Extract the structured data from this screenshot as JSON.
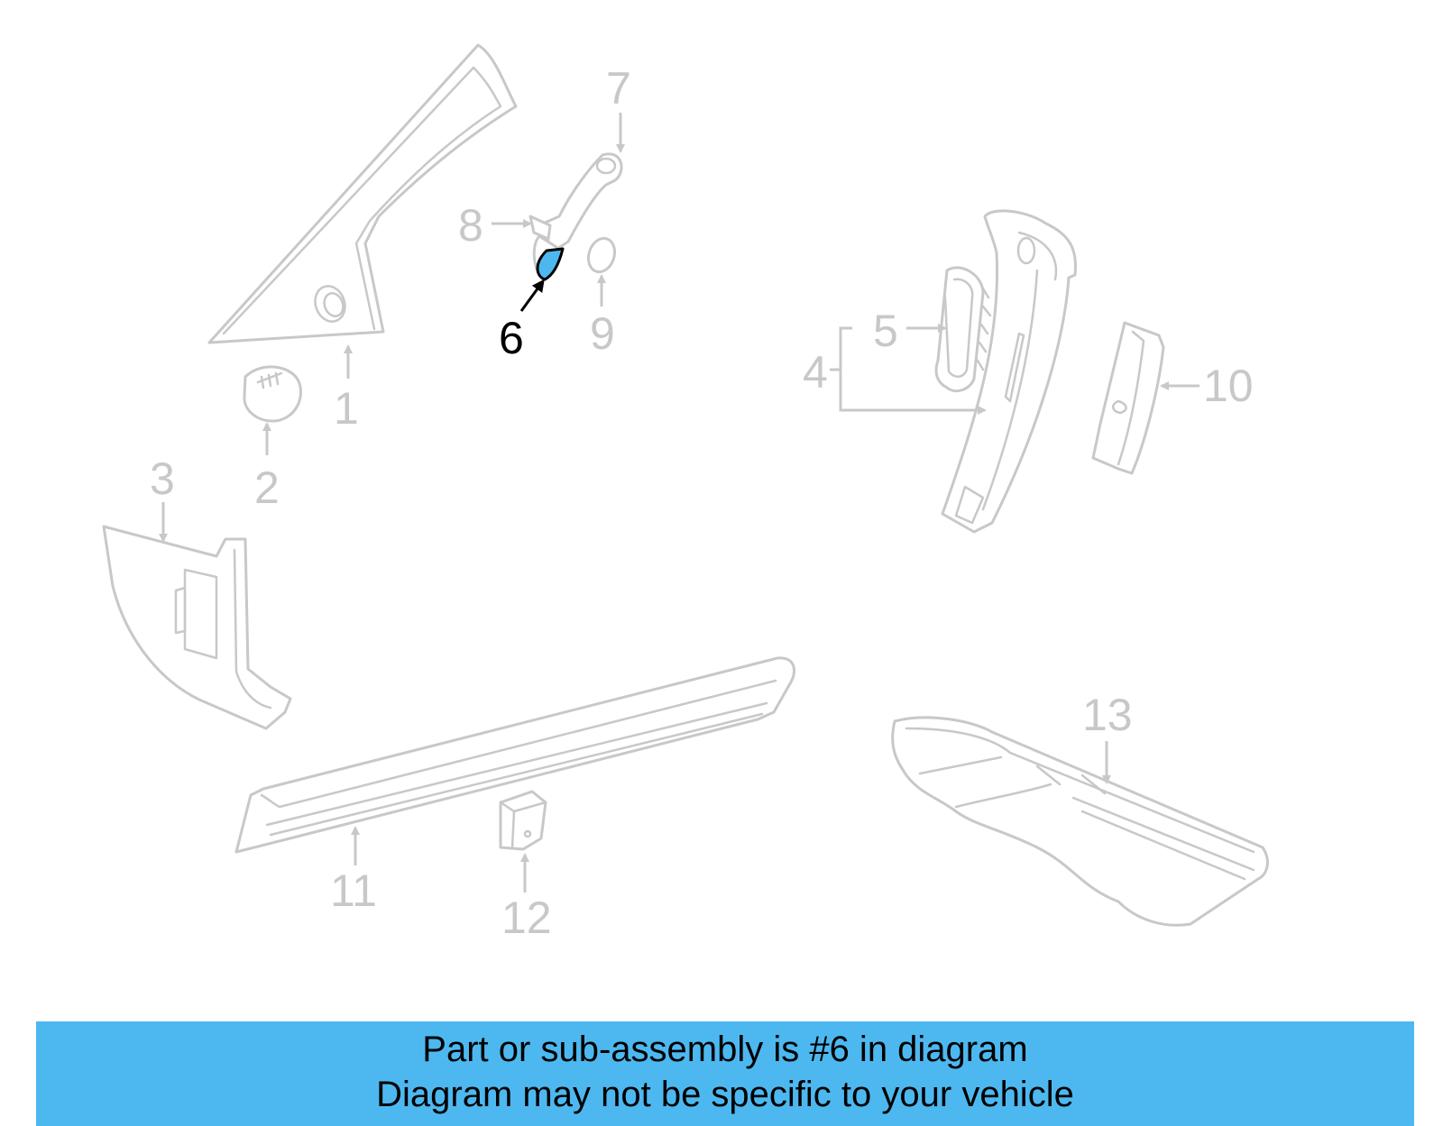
{
  "diagram": {
    "highlighted_part": "6",
    "callouts": [
      "1",
      "2",
      "3",
      "4",
      "5",
      "6",
      "7",
      "8",
      "9",
      "10",
      "11",
      "12",
      "13"
    ],
    "colors": {
      "highlight": "#4db8f0",
      "inactive": "#c8c8c8",
      "active": "#000000"
    }
  },
  "banner": {
    "line1": "Part or sub-assembly is #6 in diagram",
    "line2": "Diagram may not be specific to your vehicle"
  }
}
